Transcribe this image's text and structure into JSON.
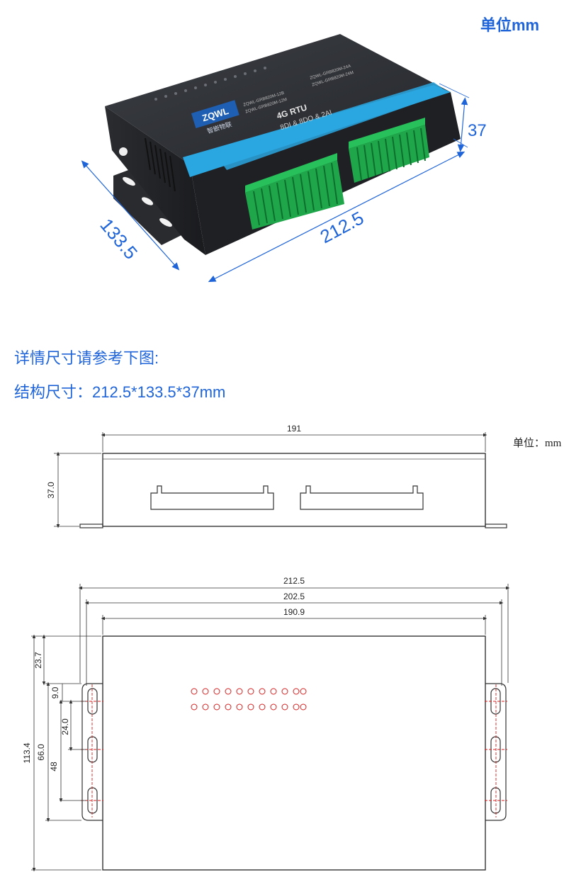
{
  "unit_label_top": "单位mm",
  "photo": {
    "dim_width": "212.5",
    "dim_depth": "133.5",
    "dim_height": "37",
    "panel_title": "4G RTU",
    "panel_subtitle": "8DI & 8DO & 2AI",
    "logo_text": "ZQWL",
    "logo_sub": "智嵌物联",
    "model_a": "ZQWL-GRB820M-12B",
    "model_b": "ZQWL-GRB820M-12M",
    "model_c": "ZQWL-GRB820M-24A",
    "model_d": "ZQWL-GRB820M-24M"
  },
  "intro": {
    "line1": "详情尺寸请参考下图:",
    "line2": "结构尺寸：212.5*133.5*37mm"
  },
  "drawing_unit": "单位：mm",
  "front_view": {
    "dim_width": "191",
    "dim_height": "37.0"
  },
  "top_view": {
    "dim_212": "212.5",
    "dim_202": "202.5",
    "dim_190": "190.9",
    "dim_23": "23.7",
    "dim_9": "9.0",
    "dim_24": "24.0",
    "dim_48": "48",
    "dim_66": "66.0",
    "dim_113": "113.4"
  },
  "colors": {
    "accent_blue": "#1f64d8",
    "device_body": "#2c2e33",
    "panel_stripe": "#2aa7e0",
    "terminal_green": "#1fa64a",
    "led_red": "#d42020"
  }
}
